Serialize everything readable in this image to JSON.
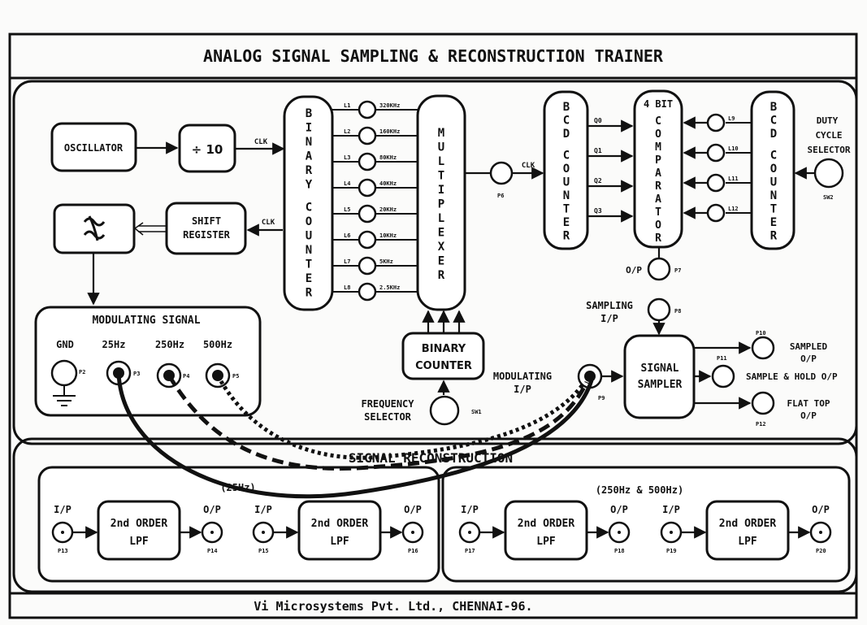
{
  "title": "ANALOG SIGNAL SAMPLING & RECONSTRUCTION TRAINER",
  "footer": "Vi Microsystems Pvt. Ltd., CHENNAI-96.",
  "blocks": {
    "oscillator": "OSCILLATOR",
    "divider": "÷ 10",
    "shift_register": [
      "SHIFT",
      "REGISTER"
    ],
    "binary_counter_vertical": "BINARY COUNTER",
    "multiplexer": "MULTIPLEXER",
    "bcd_counter_left": "BCD COUNTER",
    "comparator_top": "4 BIT",
    "comparator": "COMPARATOR",
    "bcd_counter_right": "BCD COUNTER",
    "duty_cycle_selector": [
      "DUTY",
      "CYCLE",
      "SELECTOR"
    ],
    "binary_counter_small": [
      "BINARY",
      "COUNTER"
    ],
    "frequency_selector": [
      "FREQUENCY",
      "SELECTOR"
    ],
    "signal_sampler": [
      "SIGNAL",
      "SAMPLER"
    ],
    "sampling_ip": [
      "SAMPLING",
      "I/P"
    ],
    "modulating_ip": [
      "MODULATING",
      "I/P"
    ]
  },
  "clk": "CLK",
  "frequencies": [
    {
      "led": "L1",
      "freq": "320KHz"
    },
    {
      "led": "L2",
      "freq": "160KHz"
    },
    {
      "led": "L3",
      "freq": "80KHz"
    },
    {
      "led": "L4",
      "freq": "40KHz"
    },
    {
      "led": "L5",
      "freq": "20KHz"
    },
    {
      "led": "L6",
      "freq": "10KHz"
    },
    {
      "led": "L7",
      "freq": "5KHz"
    },
    {
      "led": "L8",
      "freq": "2.5KHz"
    }
  ],
  "bcd_outputs": [
    "Q0",
    "Q1",
    "Q2",
    "Q3"
  ],
  "right_leds": [
    "L9",
    "L10",
    "L11",
    "L12"
  ],
  "modulating_signal": {
    "title": "MODULATING SIGNAL",
    "labels": [
      "GND",
      "25Hz",
      "250Hz",
      "500Hz"
    ],
    "points": [
      "P2",
      "P3",
      "P4",
      "P5"
    ]
  },
  "points": {
    "p6": "P6",
    "p7": "P7",
    "p8": "P8",
    "p9": "P9",
    "p10": "P10",
    "p11": "P11",
    "p12": "P12",
    "sw1": "SW1",
    "sw2": "SW2"
  },
  "comparator_out": "O/P",
  "sampler_outputs": [
    {
      "label": [
        "SAMPLED",
        "O/P"
      ],
      "point": "P10"
    },
    {
      "label": [
        "SAMPLE & HOLD O/P"
      ],
      "point": "P11"
    },
    {
      "label": [
        "FLAT TOP",
        "O/P"
      ],
      "point": "P12"
    }
  ],
  "reconstruction": {
    "title": "SIGNAL RECONSTRUCTION",
    "left_title": "(25Hz)",
    "right_title": "(250Hz & 500Hz)",
    "filter": [
      "2nd ORDER",
      "LPF"
    ],
    "ip": "I/P",
    "op": "O/P",
    "filters": [
      {
        "in": "P13",
        "out": "P14"
      },
      {
        "in": "P15",
        "out": "P16"
      },
      {
        "in": "P17",
        "out": "P18"
      },
      {
        "in": "P19",
        "out": "P20"
      }
    ]
  }
}
